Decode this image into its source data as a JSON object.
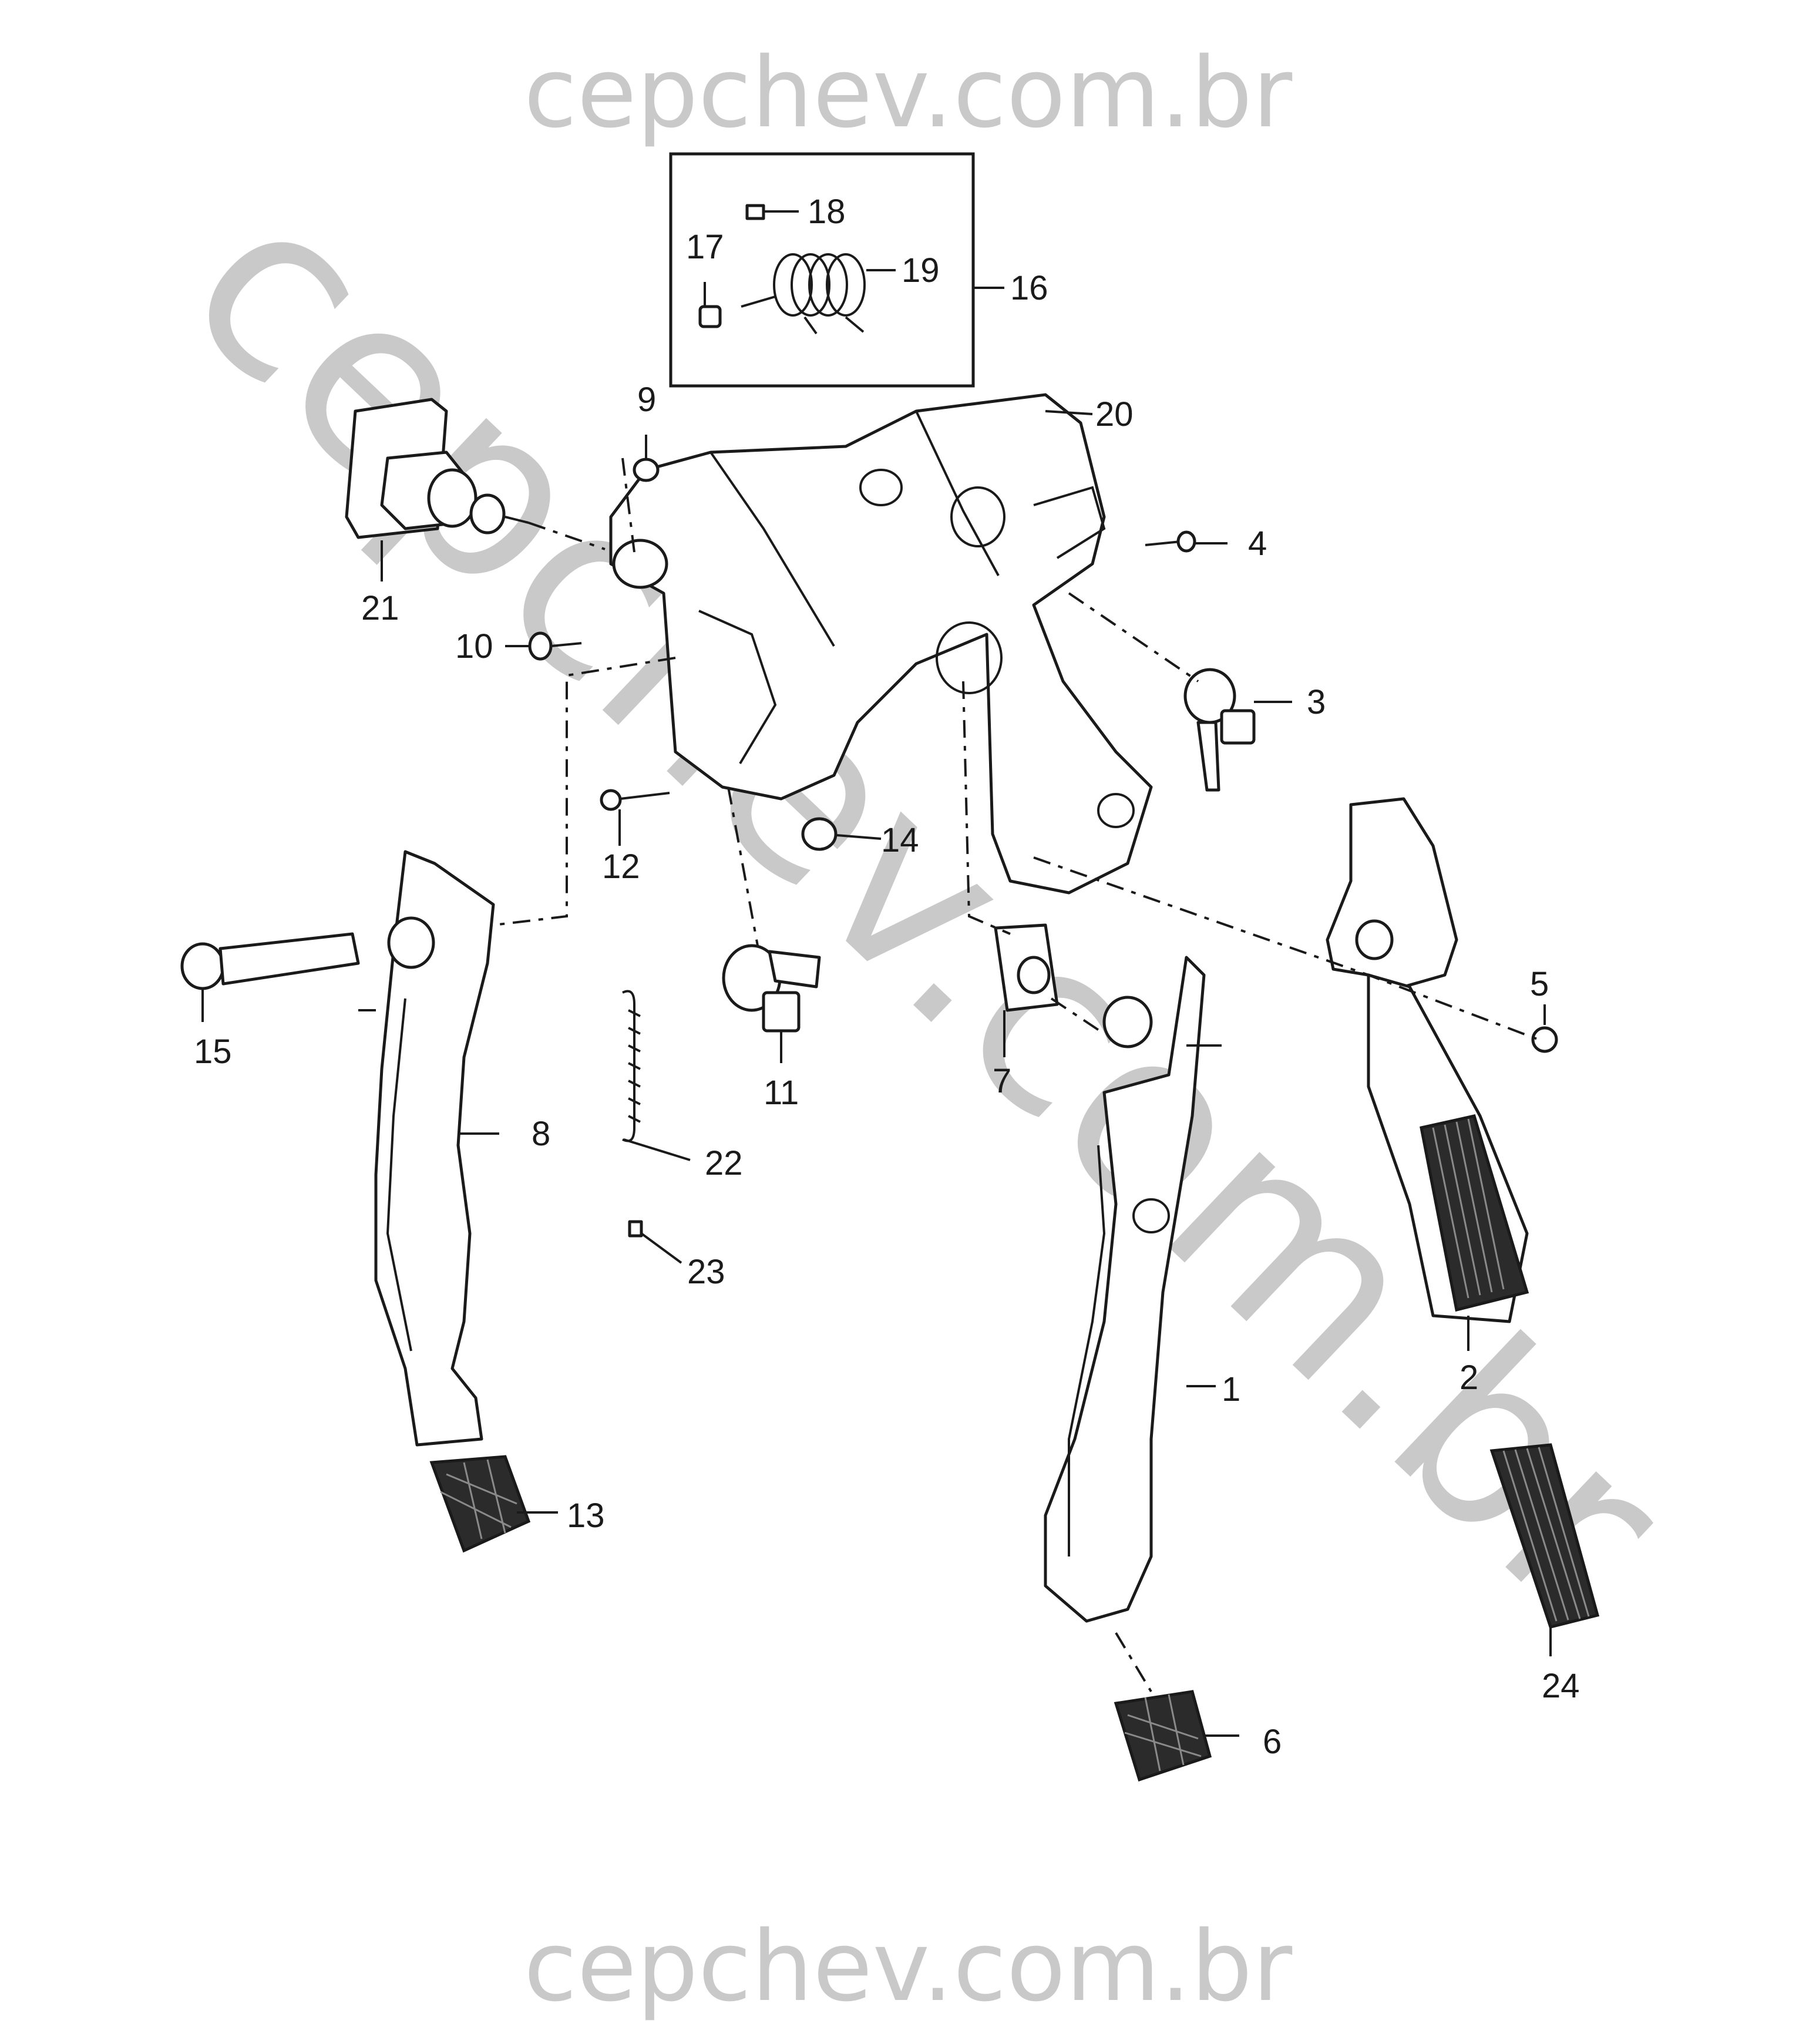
{
  "watermark": {
    "top": "cepchev.com.br",
    "diagonal": "cepchev.com.br",
    "bottom": "cepchev.com.br",
    "color": "#c9c9c9"
  },
  "callouts": [
    "1",
    "2",
    "3",
    "4",
    "5",
    "6",
    "7",
    "8",
    "9",
    "10",
    "11",
    "12",
    "13",
    "14",
    "15",
    "16",
    "17",
    "18",
    "19",
    "20",
    "21",
    "22",
    "23",
    "24"
  ]
}
